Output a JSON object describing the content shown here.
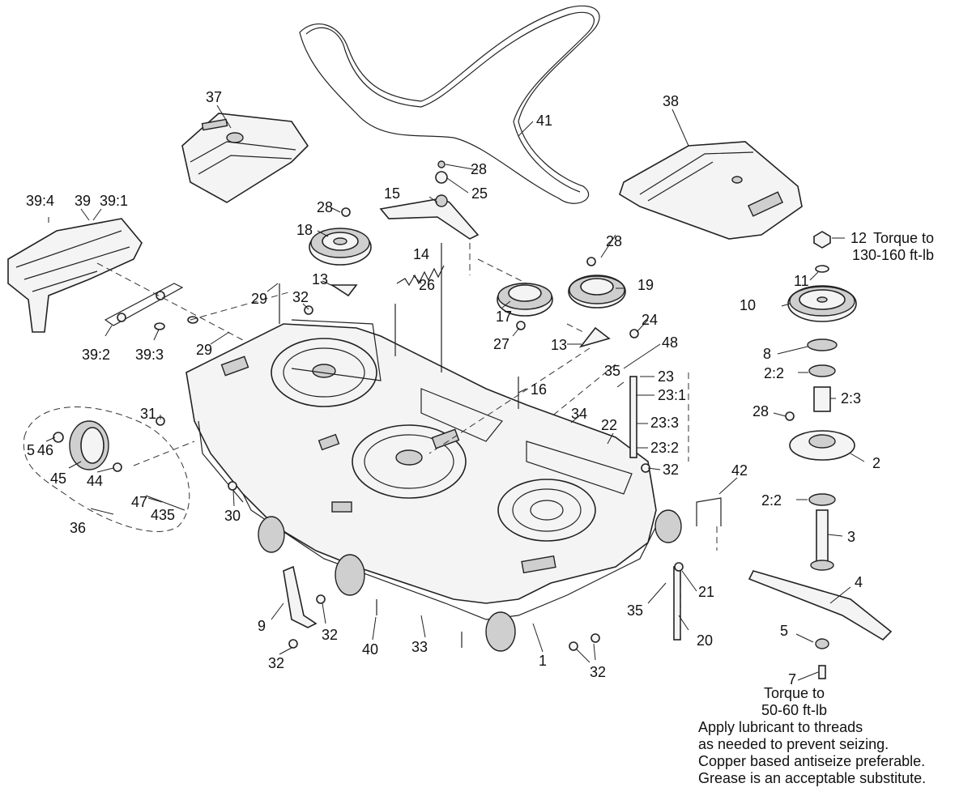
{
  "callouts": [
    {
      "id": "c1",
      "text": "1"
    },
    {
      "id": "c2",
      "text": "2"
    },
    {
      "id": "c2-2a",
      "text": "2:2"
    },
    {
      "id": "c2-2b",
      "text": "2:2"
    },
    {
      "id": "c2-3",
      "text": "2:3"
    },
    {
      "id": "c3",
      "text": "3"
    },
    {
      "id": "c4",
      "text": "4"
    },
    {
      "id": "c5",
      "text": "5"
    },
    {
      "id": "c7",
      "text": "7"
    },
    {
      "id": "c8",
      "text": "8"
    },
    {
      "id": "c9",
      "text": "9"
    },
    {
      "id": "c10",
      "text": "10"
    },
    {
      "id": "c11",
      "text": "11"
    },
    {
      "id": "c12",
      "text": "12"
    },
    {
      "id": "c13a",
      "text": "13"
    },
    {
      "id": "c13b",
      "text": "13"
    },
    {
      "id": "c14",
      "text": "14"
    },
    {
      "id": "c15",
      "text": "15"
    },
    {
      "id": "c16",
      "text": "16"
    },
    {
      "id": "c17",
      "text": "17"
    },
    {
      "id": "c18",
      "text": "18"
    },
    {
      "id": "c19",
      "text": "19"
    },
    {
      "id": "c20",
      "text": "20"
    },
    {
      "id": "c21",
      "text": "21"
    },
    {
      "id": "c22",
      "text": "22"
    },
    {
      "id": "c23",
      "text": "23"
    },
    {
      "id": "c23-1",
      "text": "23:1"
    },
    {
      "id": "c23-2",
      "text": "23:2"
    },
    {
      "id": "c23-3",
      "text": "23:3"
    },
    {
      "id": "c24",
      "text": "24"
    },
    {
      "id": "c25",
      "text": "25"
    },
    {
      "id": "c26",
      "text": "26"
    },
    {
      "id": "c27",
      "text": "27"
    },
    {
      "id": "c28a",
      "text": "28"
    },
    {
      "id": "c28b",
      "text": "28"
    },
    {
      "id": "c28c",
      "text": "28"
    },
    {
      "id": "c28d",
      "text": "28"
    },
    {
      "id": "c29a",
      "text": "29"
    },
    {
      "id": "c29b",
      "text": "29"
    },
    {
      "id": "c30",
      "text": "30"
    },
    {
      "id": "c31",
      "text": "31"
    },
    {
      "id": "c32a",
      "text": "32"
    },
    {
      "id": "c32b",
      "text": "32"
    },
    {
      "id": "c32c",
      "text": "32"
    },
    {
      "id": "c32d",
      "text": "32"
    },
    {
      "id": "c32e",
      "text": "32"
    },
    {
      "id": "c33",
      "text": "33"
    },
    {
      "id": "c34",
      "text": "34"
    },
    {
      "id": "c35a",
      "text": "35"
    },
    {
      "id": "c35b",
      "text": "35"
    },
    {
      "id": "c36",
      "text": "36"
    },
    {
      "id": "c37",
      "text": "37"
    },
    {
      "id": "c38",
      "text": "38"
    },
    {
      "id": "c39",
      "text": "39"
    },
    {
      "id": "c39-1",
      "text": "39:1"
    },
    {
      "id": "c39-2",
      "text": "39:2"
    },
    {
      "id": "c39-3",
      "text": "39:3"
    },
    {
      "id": "c39-4",
      "text": "39:4"
    },
    {
      "id": "c40",
      "text": "40"
    },
    {
      "id": "c41",
      "text": "41"
    },
    {
      "id": "c42",
      "text": "42"
    },
    {
      "id": "c43",
      "text": "43"
    },
    {
      "id": "c44",
      "text": "44"
    },
    {
      "id": "c45",
      "text": "45"
    },
    {
      "id": "c46",
      "text": "46"
    },
    {
      "id": "c47",
      "text": "47"
    },
    {
      "id": "c48",
      "text": "48"
    },
    {
      "id": "c5b",
      "text": "5"
    },
    {
      "id": "c5c",
      "text": "5"
    }
  ],
  "notes": {
    "torque_spindle_nut": [
      "Torque to",
      "130-160 ft-lb"
    ],
    "torque_blade_bolt": [
      "Torque to",
      "50-60 ft-lb"
    ],
    "lubricant": [
      "Apply lubricant to threads",
      "as needed to prevent seizing.",
      "Copper based antiseize preferable.",
      "Grease is an acceptable substitute."
    ]
  }
}
